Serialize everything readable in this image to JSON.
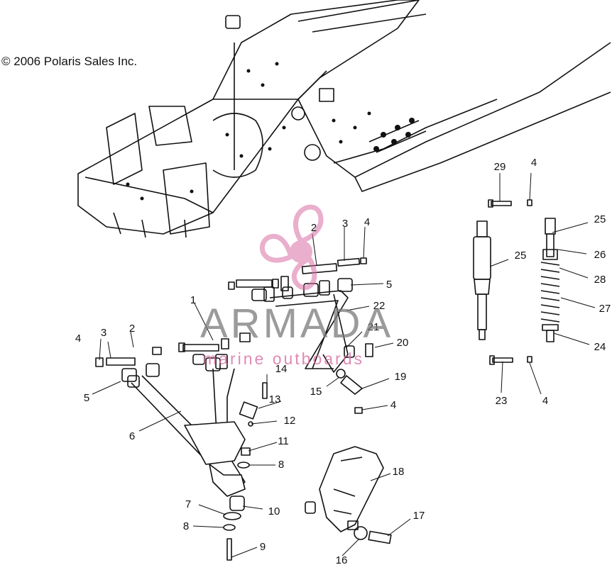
{
  "copyright": "© 2006 Polaris Sales Inc.",
  "watermark": {
    "word": "ARMADA",
    "tagline": "marine outboards",
    "accent_color": "#d86fa3",
    "logo_icon": "propeller-icon"
  },
  "callouts": [
    "1",
    "2",
    "3",
    "4",
    "5",
    "6",
    "7",
    "8",
    "9",
    "10",
    "11",
    "12",
    "13",
    "14",
    "15",
    "16",
    "17",
    "18",
    "19",
    "20",
    "21",
    "22",
    "23",
    "24",
    "25",
    "26",
    "27",
    "28",
    "29"
  ],
  "labels": [
    {
      "id": "29",
      "text": "29"
    },
    {
      "id": "4a",
      "text": "4"
    },
    {
      "id": "25a",
      "text": "25"
    },
    {
      "id": "2a",
      "text": "2"
    },
    {
      "id": "3a",
      "text": "3"
    },
    {
      "id": "4b",
      "text": "4"
    },
    {
      "id": "25b",
      "text": "25"
    },
    {
      "id": "26",
      "text": "26"
    },
    {
      "id": "5a",
      "text": "5"
    },
    {
      "id": "28",
      "text": "28"
    },
    {
      "id": "1",
      "text": "1"
    },
    {
      "id": "22",
      "text": "22"
    },
    {
      "id": "27",
      "text": "27"
    },
    {
      "id": "4c",
      "text": "4"
    },
    {
      "id": "3b",
      "text": "3"
    },
    {
      "id": "2b",
      "text": "2"
    },
    {
      "id": "21",
      "text": "21"
    },
    {
      "id": "20",
      "text": "20"
    },
    {
      "id": "24",
      "text": "24"
    },
    {
      "id": "14",
      "text": "14"
    },
    {
      "id": "19",
      "text": "19"
    },
    {
      "id": "5b",
      "text": "5"
    },
    {
      "id": "15",
      "text": "15"
    },
    {
      "id": "23",
      "text": "23"
    },
    {
      "id": "4d",
      "text": "4"
    },
    {
      "id": "13",
      "text": "13"
    },
    {
      "id": "4e",
      "text": "4"
    },
    {
      "id": "12",
      "text": "12"
    },
    {
      "id": "6",
      "text": "6"
    },
    {
      "id": "11",
      "text": "11"
    },
    {
      "id": "8a",
      "text": "8"
    },
    {
      "id": "18",
      "text": "18"
    },
    {
      "id": "7",
      "text": "7"
    },
    {
      "id": "10",
      "text": "10"
    },
    {
      "id": "8b",
      "text": "8"
    },
    {
      "id": "17",
      "text": "17"
    },
    {
      "id": "9",
      "text": "9"
    },
    {
      "id": "16",
      "text": "16"
    }
  ]
}
